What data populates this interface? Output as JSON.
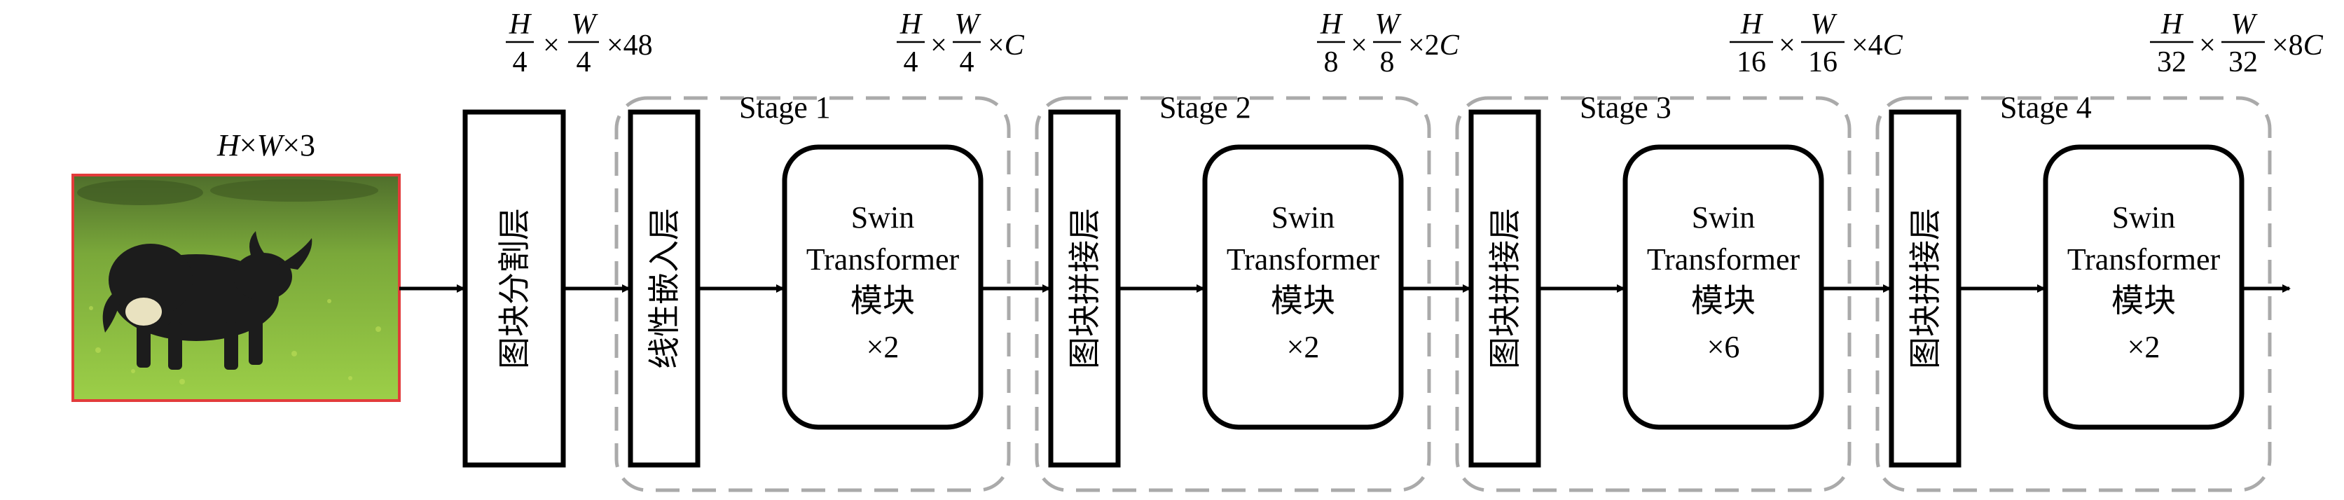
{
  "input": {
    "label_parts": [
      "H",
      "×",
      "W",
      "×3"
    ],
    "image_description": "yak",
    "colors": {
      "border": "#e23b3b",
      "sky": "#6a8a3a",
      "grass": "#8cc63f"
    }
  },
  "patch_partition": {
    "label": "图块分割层",
    "dim": {
      "n1": "H",
      "d1": "4",
      "n2": "W",
      "d2": "4",
      "suffix": "×48"
    }
  },
  "stages": [
    {
      "name": "Stage 1",
      "first_layer": "线性嵌入层",
      "block": {
        "line1": "Swin",
        "line2": "Transformer",
        "line3": "模块",
        "count": "×2"
      },
      "dim": {
        "n1": "H",
        "d1": "4",
        "n2": "W",
        "d2": "4",
        "suffix_pre": "×",
        "suffix_var": "C"
      }
    },
    {
      "name": "Stage 2",
      "first_layer": "图块拼接层",
      "block": {
        "line1": "Swin",
        "line2": "Transformer",
        "line3": "模块",
        "count": "×2"
      },
      "dim": {
        "n1": "H",
        "d1": "8",
        "n2": "W",
        "d2": "8",
        "suffix_pre": "×2",
        "suffix_var": "C"
      }
    },
    {
      "name": "Stage 3",
      "first_layer": "图块拼接层",
      "block": {
        "line1": "Swin",
        "line2": "Transformer",
        "line3": "模块",
        "count": "×6"
      },
      "dim": {
        "n1": "H",
        "d1": "16",
        "n2": "W",
        "d2": "16",
        "suffix_pre": "×4",
        "suffix_var": "C"
      }
    },
    {
      "name": "Stage 4",
      "first_layer": "图块拼接层",
      "block": {
        "line1": "Swin",
        "line2": "Transformer",
        "line3": "模块",
        "count": "×2"
      },
      "dim": {
        "n1": "H",
        "d1": "32",
        "n2": "W",
        "d2": "32",
        "suffix_pre": "×8",
        "suffix_var": "C"
      }
    }
  ],
  "colors": {
    "stroke": "#000000",
    "stage_border": "#aaaaaa"
  }
}
